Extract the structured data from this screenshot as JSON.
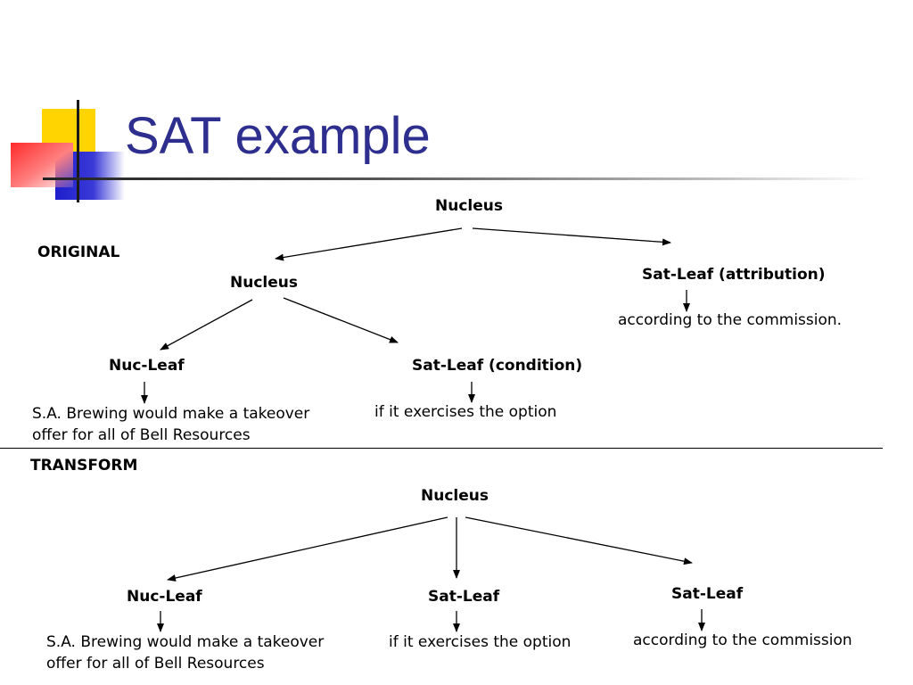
{
  "slide": {
    "title": "SAT example"
  },
  "original": {
    "section_label": "ORIGINAL",
    "root": "Nucleus",
    "inner_nucleus": "Nucleus",
    "nuc_leaf": "Nuc-Leaf",
    "sat_condition": "Sat-Leaf  (condition)",
    "sat_attribution": "Sat-Leaf (attribution)",
    "text_nuc_line1": "S.A. Brewing would make a takeover",
    "text_nuc_line2": "offer for all of Bell Resources",
    "text_condition": "if it exercises the option",
    "text_attribution": "according to the commission."
  },
  "transform": {
    "section_label": "TRANSFORM",
    "root": "Nucleus",
    "nuc_leaf": "Nuc-Leaf",
    "sat_leaf_1": "Sat-Leaf",
    "sat_leaf_2": "Sat-Leaf",
    "text_nuc_line1": "S.A. Brewing would make a takeover",
    "text_nuc_line2": "offer for all of Bell Resources",
    "text_sat_1": "if it exercises the option",
    "text_sat_2": "according to the commission"
  },
  "colors": {
    "title": "#2e2e8f",
    "accent_yellow": "#ffd400",
    "accent_blue": "#1e1ecc",
    "accent_red": "#ff2a2a"
  }
}
